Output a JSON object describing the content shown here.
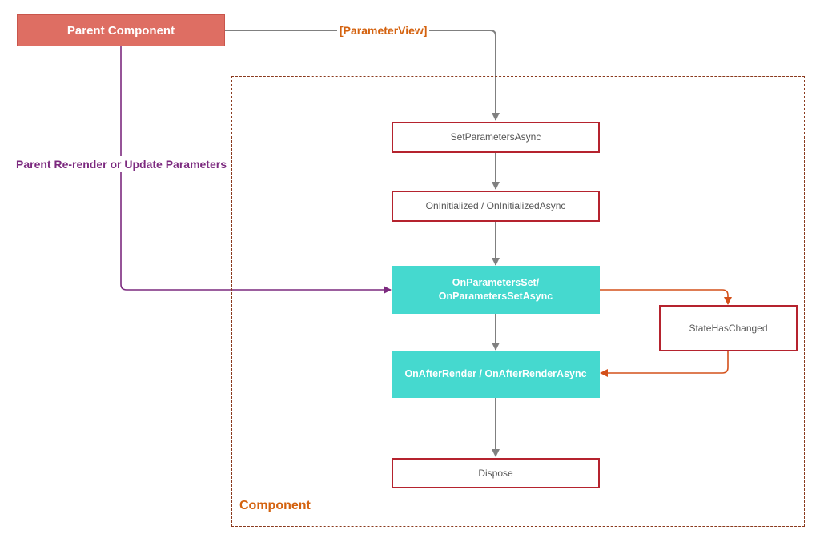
{
  "parent": {
    "label": "Parent Component"
  },
  "edges": {
    "parameter_view": "[ParameterView]",
    "rerender": "Parent Re-render or Update Parameters"
  },
  "component": {
    "label": "Component"
  },
  "nodes": {
    "set_parameters": "SetParametersAsync",
    "on_initialized": "OnInitialized / OnInitializedAsync",
    "on_parameters_set": "OnParametersSet/\nOnParametersSetAsync",
    "on_after_render": "OnAfterRender / OnAfterRenderAsync",
    "state_has_changed": "StateHasChanged",
    "dispose": "Dispose"
  },
  "colors": {
    "parent_fill": "#de6e63",
    "node_border": "#b5232e",
    "lifecycle_fill": "#45d9cf",
    "flow_arrow": "#808080",
    "state_arrow": "#d4501a",
    "rerender_arrow": "#7c2a7f",
    "label_orange": "#d4620f"
  }
}
